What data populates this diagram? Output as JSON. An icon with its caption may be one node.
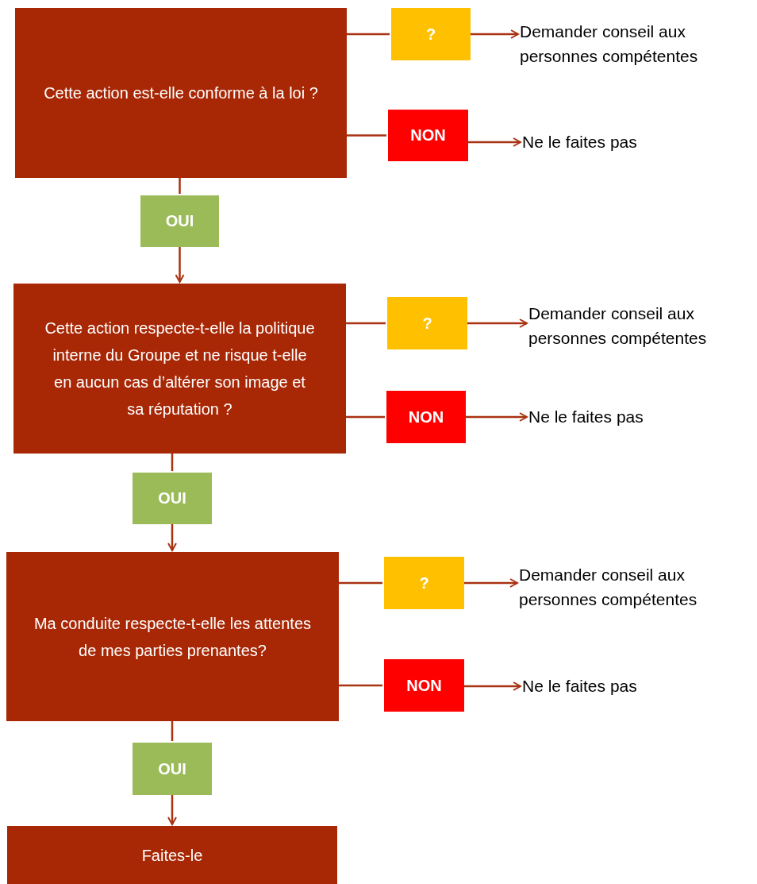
{
  "diagram": {
    "nodes": [
      {
        "text": [
          "Cette action est-elle conforme à la loi ?"
        ]
      },
      {
        "text": [
          "?"
        ]
      },
      {
        "text": [
          "Demander conseil aux personnes compétentes"
        ]
      },
      {
        "text": [
          "NON"
        ]
      },
      {
        "text": [
          "Ne le faites pas"
        ]
      },
      {
        "text": [
          "OUI"
        ]
      },
      {
        "text": [
          "Cette action respecte-t-elle la politique interne du Groupe et ne risque t-elle en aucun cas d’altérer son image et sa réputation ?"
        ]
      },
      {
        "text": [
          "?"
        ]
      },
      {
        "text": [
          "Demander conseil aux personnes compétentes"
        ]
      },
      {
        "text": [
          "NON"
        ]
      },
      {
        "text": [
          "Ne le faites pas"
        ]
      },
      {
        "text": [
          "OUI"
        ]
      },
      {
        "text": [
          "Ma conduite respecte-t-elle les attentes de mes parties prenantes?"
        ]
      },
      {
        "text": [
          "?"
        ]
      },
      {
        "text": [
          "Demander conseil aux personnes compétentes"
        ]
      },
      {
        "text": [
          "NON"
        ]
      },
      {
        "text": [
          "Ne le faites pas"
        ]
      },
      {
        "text": [
          "OUI"
        ]
      },
      {
        "text": [
          "Faites-le"
        ]
      }
    ],
    "edges": [
      {
        "from": 0,
        "to": 1,
        "arrow": "none"
      },
      {
        "from": 1,
        "to": 2,
        "arrow": "to"
      },
      {
        "from": 0,
        "to": 3,
        "arrow": "none"
      },
      {
        "from": 3,
        "to": 4,
        "arrow": "to"
      },
      {
        "from": 0,
        "to": 5,
        "arrow": "none"
      },
      {
        "from": 5,
        "to": 6,
        "arrow": "to"
      },
      {
        "from": 6,
        "to": 7,
        "arrow": "none"
      },
      {
        "from": 7,
        "to": 8,
        "arrow": "to"
      },
      {
        "from": 6,
        "to": 9,
        "arrow": "none"
      },
      {
        "from": 9,
        "to": 10,
        "arrow": "to"
      },
      {
        "from": 6,
        "to": 11,
        "arrow": "none"
      },
      {
        "from": 11,
        "to": 12,
        "arrow": "to"
      },
      {
        "from": 12,
        "to": 13,
        "arrow": "none"
      },
      {
        "from": 13,
        "to": 14,
        "arrow": "to"
      },
      {
        "from": 12,
        "to": 15,
        "arrow": "none"
      },
      {
        "from": 15,
        "to": 16,
        "arrow": "to"
      },
      {
        "from": 12,
        "to": 17,
        "arrow": "none"
      },
      {
        "from": 17,
        "to": 18,
        "arrow": "to"
      }
    ]
  }
}
